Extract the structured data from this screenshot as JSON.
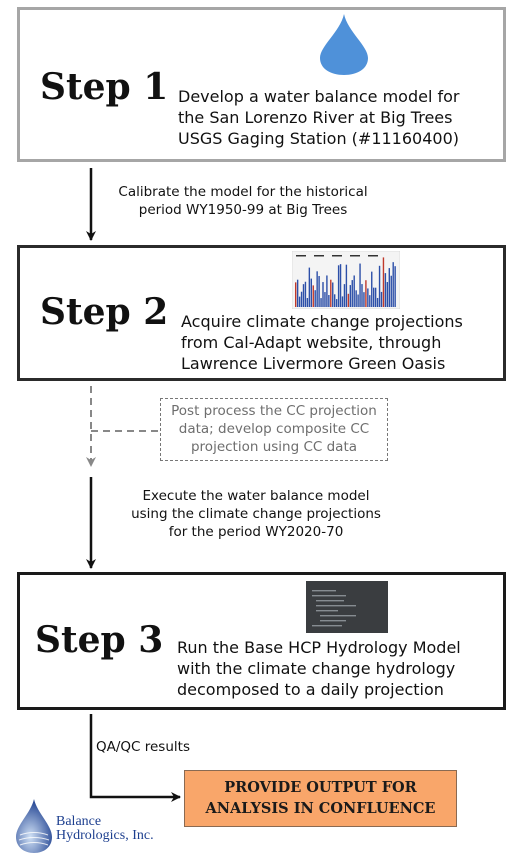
{
  "step1": {
    "title": "Step 1",
    "desc": [
      "Develop a water balance model for",
      "the San Lorenzo River at Big Trees",
      "USGS Gaging Station (#11160400)"
    ],
    "icon": "water-drop-icon",
    "icon_color": "#4f91d9"
  },
  "arrow1_note": [
    "Calibrate the model for the historical",
    "period WY1950-99 at Big Trees"
  ],
  "step2": {
    "title": "Step 2",
    "desc": [
      "Acquire climate change projections",
      "from Cal-Adapt website, through",
      "Lawrence Livermore Green Oasis"
    ],
    "thumbnail": "climate-projection-chart-thumbnail"
  },
  "dashed_note": [
    "Post process the CC projection",
    "data; develop composite CC",
    "projection using CC data"
  ],
  "arrow3_note": [
    "Execute the water balance model",
    "using the climate change projections",
    "for the period WY2020-70"
  ],
  "step3": {
    "title": "Step 3",
    "desc": [
      "Run the Base HCP Hydrology Model",
      "with  the climate change hydrology",
      "decomposed to a daily projection"
    ],
    "thumbnail": "code-editor-screenshot-thumbnail"
  },
  "qaqc_note": "QA/QC results",
  "output": [
    "PROVIDE OUTPUT FOR",
    "ANALYSIS IN CONFLUENCE"
  ],
  "output_color": "#f9a66a",
  "logo": {
    "lines": [
      "Balance",
      "Hydrologics, Inc."
    ],
    "icon": "balance-hydrologics-logo-icon",
    "color": "#1d3f8f"
  }
}
